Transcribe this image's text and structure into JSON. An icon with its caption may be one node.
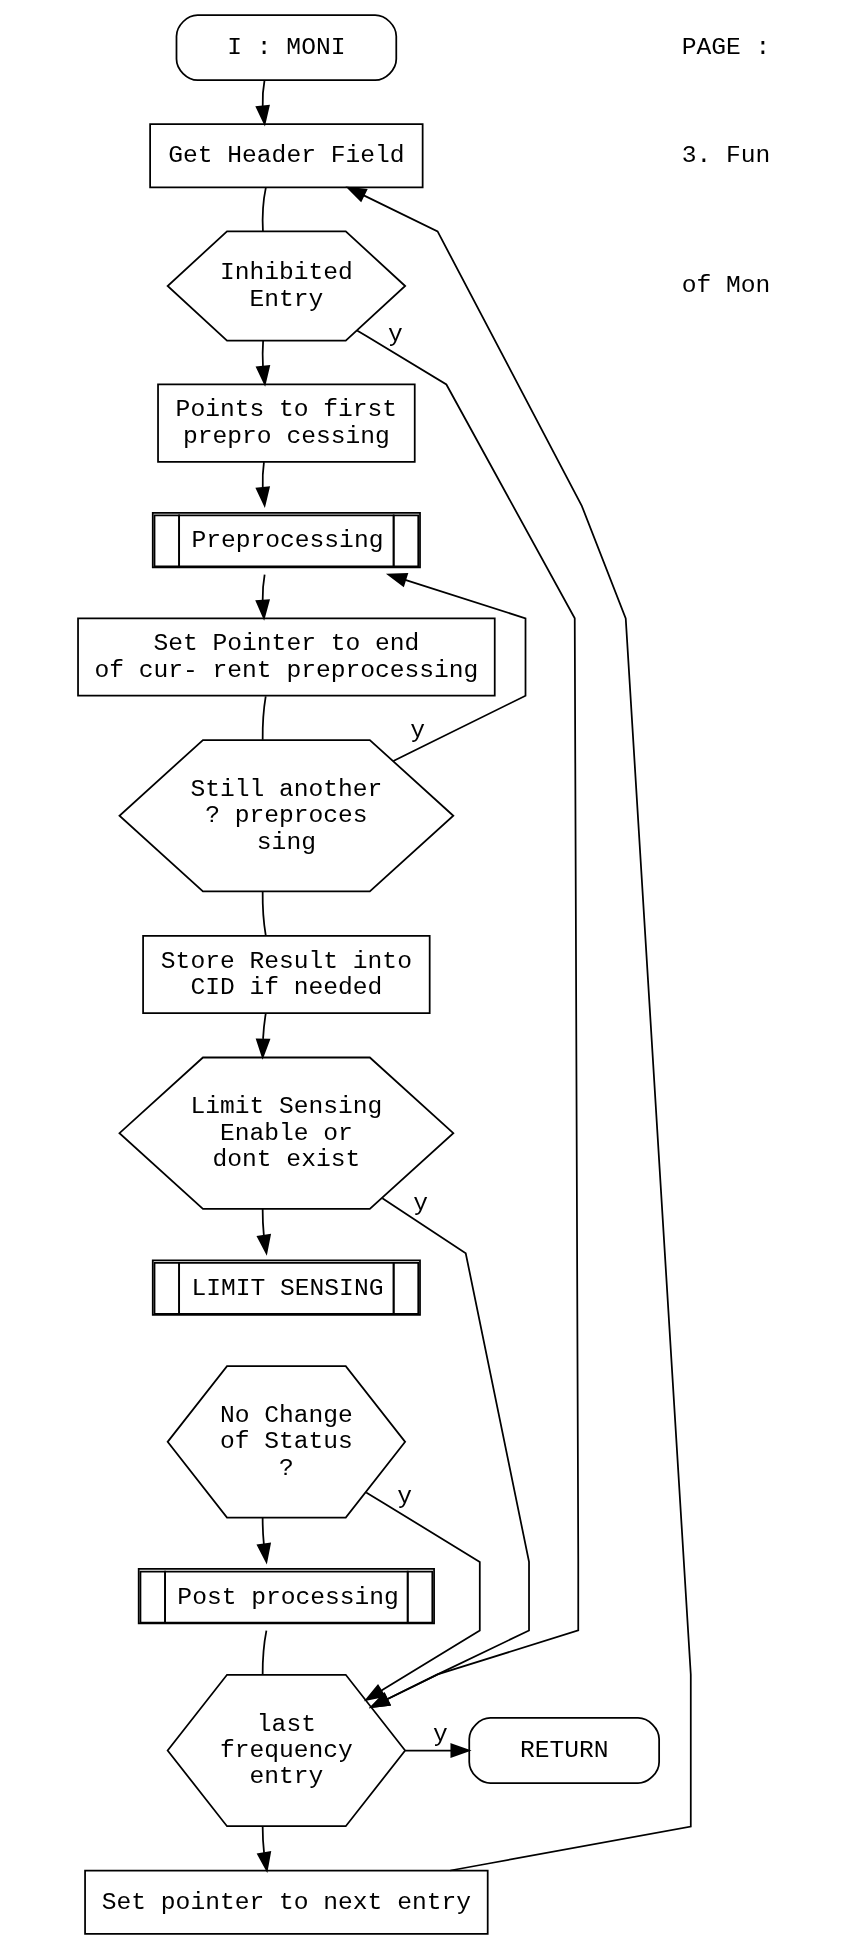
{
  "diagram": {
    "nodes": [
      {
        "text": [
          "I : MONI"
        ]
      },
      {
        "text": [
          "Get Header Field"
        ]
      },
      {
        "text": [
          "Inhibited Entry"
        ]
      },
      {
        "text": [
          "Points to first prepro cessing"
        ]
      },
      {
        "text": [
          "Preprocessing"
        ]
      },
      {
        "text": [
          "Set Pointer to end of cur- rent preprocessing"
        ]
      },
      {
        "text": [
          "Still another ? preproces sing"
        ]
      },
      {
        "text": [
          "Store Result into CID if needed"
        ]
      },
      {
        "text": [
          "Limit Sensing Enable or dont exist"
        ]
      },
      {
        "text": [
          "LIMIT SENSING"
        ]
      },
      {
        "text": [
          "No Change of Status ?"
        ]
      },
      {
        "text": [
          "Post processing"
        ]
      },
      {
        "text": [
          "last frequency entry"
        ]
      },
      {
        "text": [
          "RETURN"
        ]
      },
      {
        "text": [
          "Set pointer to next entry"
        ]
      }
    ],
    "edges": [
      {
        "from": 0,
        "to": 1,
        "arrow": "to"
      },
      {
        "from": 1,
        "to": 2,
        "arrow": "none"
      },
      {
        "from": 2,
        "to": 12,
        "arrow": "to",
        "label": "y"
      },
      {
        "from": 2,
        "to": 3,
        "arrow": "to"
      },
      {
        "from": 3,
        "to": 4,
        "arrow": "to"
      },
      {
        "from": 4,
        "to": 5,
        "arrow": "to"
      },
      {
        "from": 5,
        "to": 6,
        "arrow": "none"
      },
      {
        "from": 6,
        "to": 4,
        "arrow": "to",
        "label": "y"
      },
      {
        "from": 6,
        "to": 7,
        "arrow": "none"
      },
      {
        "from": 7,
        "to": 8,
        "arrow": "to"
      },
      {
        "from": 8,
        "to": 12,
        "arrow": "to",
        "label": "y"
      },
      {
        "from": 8,
        "to": 9,
        "arrow": "to"
      },
      {
        "from": 10,
        "to": 12,
        "arrow": "to",
        "label": "y"
      },
      {
        "from": 10,
        "to": 11,
        "arrow": "to"
      },
      {
        "from": 11,
        "to": 12,
        "arrow": "none"
      },
      {
        "from": 12,
        "to": 13,
        "arrow": "to",
        "label": "y"
      },
      {
        "from": 12,
        "to": 14,
        "arrow": "to"
      },
      {
        "from": 14,
        "to": 1,
        "arrow": "to"
      }
    ],
    "labels": [
      "PAGE :",
      "3. Fun",
      "of Mon"
    ]
  }
}
